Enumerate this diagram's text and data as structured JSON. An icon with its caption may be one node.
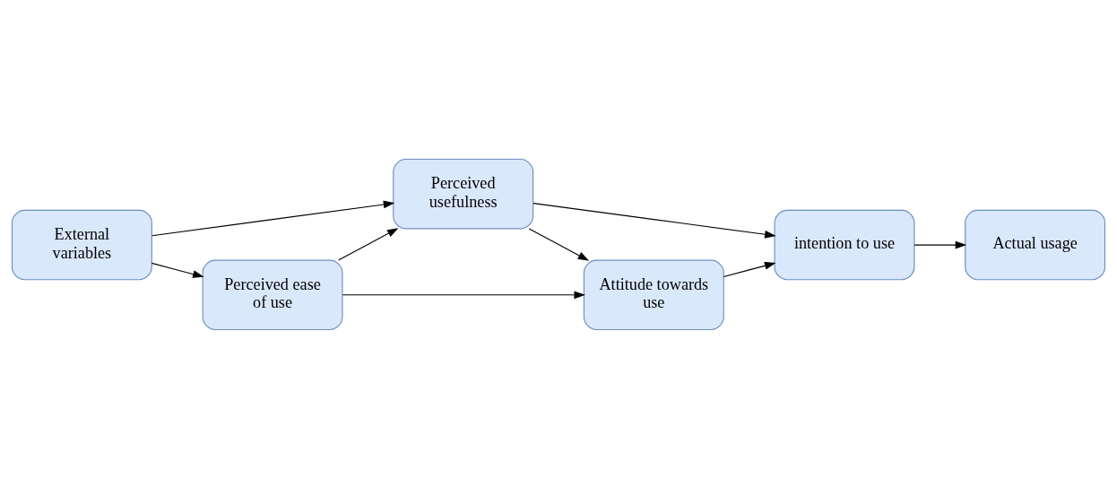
{
  "diagram": {
    "nodes": [
      {
        "text": [
          "External variables"
        ]
      },
      {
        "text": [
          "Perceived usefulness"
        ]
      },
      {
        "text": [
          "Perceived ease of use"
        ]
      },
      {
        "text": [
          "Attitude towards use"
        ]
      },
      {
        "text": [
          "intention to use"
        ]
      },
      {
        "text": [
          "Actual usage"
        ]
      }
    ],
    "edges": [
      {
        "from": 0,
        "to": 1,
        "arrow": "to"
      },
      {
        "from": 0,
        "to": 2,
        "arrow": "to"
      },
      {
        "from": 2,
        "to": 1,
        "arrow": "to"
      },
      {
        "from": 1,
        "to": 3,
        "arrow": "to"
      },
      {
        "from": 2,
        "to": 3,
        "arrow": "to"
      },
      {
        "from": 1,
        "to": 4,
        "arrow": "to"
      },
      {
        "from": 3,
        "to": 4,
        "arrow": "to"
      },
      {
        "from": 4,
        "to": 5,
        "arrow": "to"
      }
    ]
  }
}
